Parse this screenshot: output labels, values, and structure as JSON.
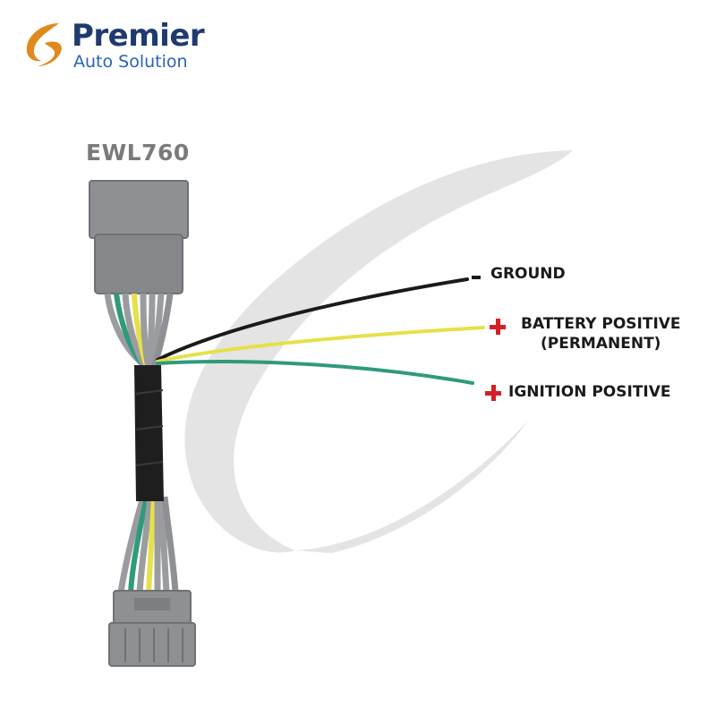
{
  "brand": {
    "name": "Premier",
    "tagline": "Auto Solution",
    "name_color": "#1f3a6e",
    "tagline_color": "#2a64b3",
    "mark_color": "#e08a1e"
  },
  "product": {
    "model": "EWL760",
    "model_color": "#7a7a7a"
  },
  "wires": [
    {
      "id": "ground",
      "sign": "-",
      "label": "GROUND",
      "color": "#1a1a1a"
    },
    {
      "id": "battery",
      "sign": "+",
      "label": "BATTERY POSITIVE",
      "sublabel": "(PERMANENT)",
      "color": "#e6e04a"
    },
    {
      "id": "ignition",
      "sign": "+",
      "label": "IGNITION POSITIVE",
      "color": "#2f9a7c"
    }
  ],
  "colors": {
    "connector_gray": "#8e9094",
    "wire_gray": "#9a9ca0",
    "tape_black": "#1e1e1e",
    "watermark_gray": "#e4e4e4",
    "plus_red": "#d32026"
  },
  "icons": [
    "premier-logo-icon",
    "minus-icon",
    "plus-icon"
  ]
}
